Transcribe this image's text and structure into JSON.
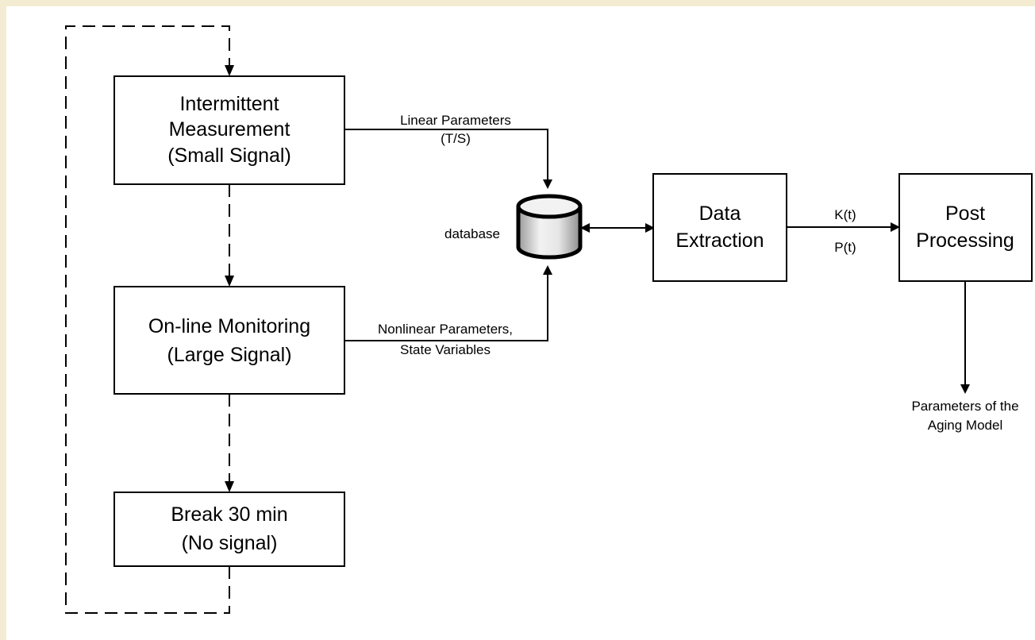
{
  "diagram": {
    "boxes": {
      "intermittent": {
        "line1": "Intermittent",
        "line2": "Measurement",
        "line3": "(Small Signal)"
      },
      "online": {
        "line1": "On-line Monitoring",
        "line2": "(Large Signal)"
      },
      "break": {
        "line1": "Break 30 min",
        "line2": "(No signal)"
      },
      "extraction": {
        "line1": "Data",
        "line2": "Extraction"
      },
      "post": {
        "line1": "Post",
        "line2": "Processing"
      }
    },
    "database_label": "database",
    "edge_labels": {
      "linear": {
        "line1": "Linear Parameters",
        "line2": "(T/S)"
      },
      "nonlinear": {
        "line1": "Nonlinear Parameters,",
        "line2": "State Variables"
      },
      "kt": "K(t)",
      "pt": "P(t)",
      "output": {
        "line1": "Parameters of the",
        "line2": "Aging Model"
      }
    }
  }
}
